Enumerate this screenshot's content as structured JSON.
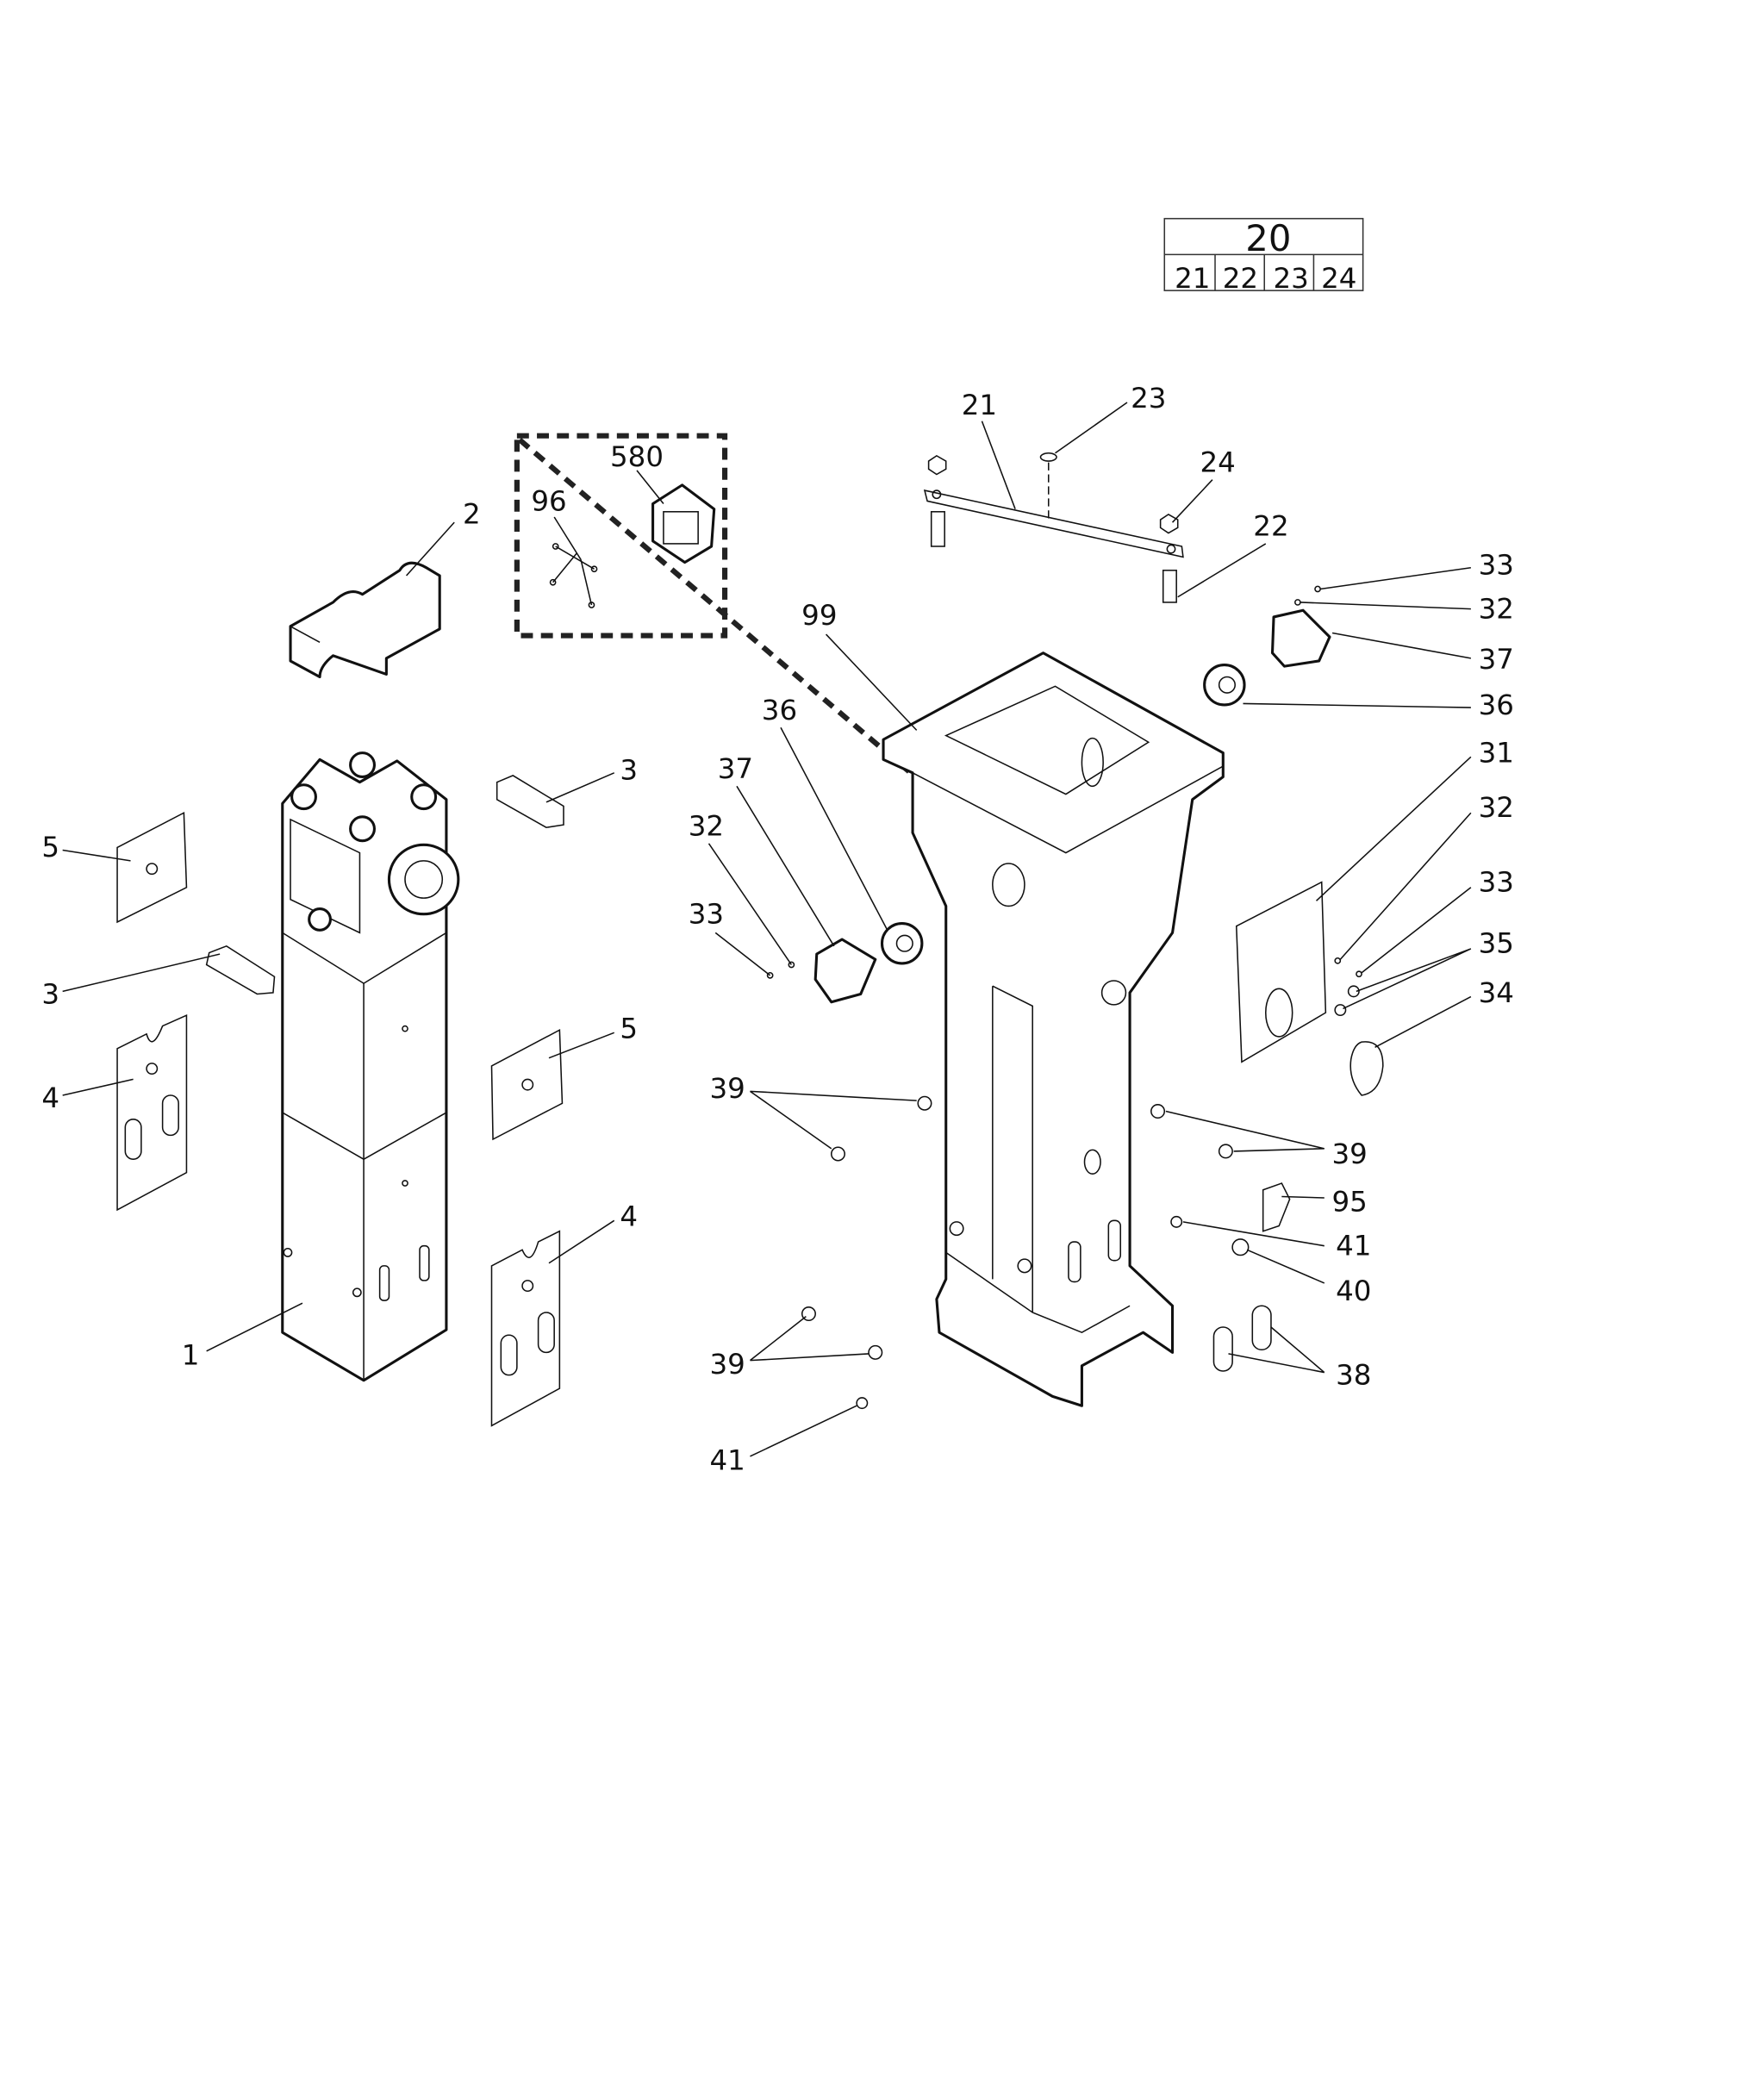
{
  "kit_table": {
    "title": "20",
    "items": [
      "21",
      "22",
      "23",
      "24"
    ]
  },
  "callouts": [
    "21",
    "23",
    "24",
    "22",
    "33",
    "32",
    "37",
    "36",
    "31",
    "32",
    "33",
    "35",
    "34",
    "39",
    "95",
    "41",
    "40",
    "38",
    "580",
    "96",
    "2",
    "99",
    "36",
    "37",
    "32",
    "33",
    "3",
    "5",
    "3",
    "4",
    "5",
    "4",
    "1",
    "39",
    "39",
    "41"
  ],
  "colors": {
    "line": "#111111",
    "background": "#ffffff"
  }
}
